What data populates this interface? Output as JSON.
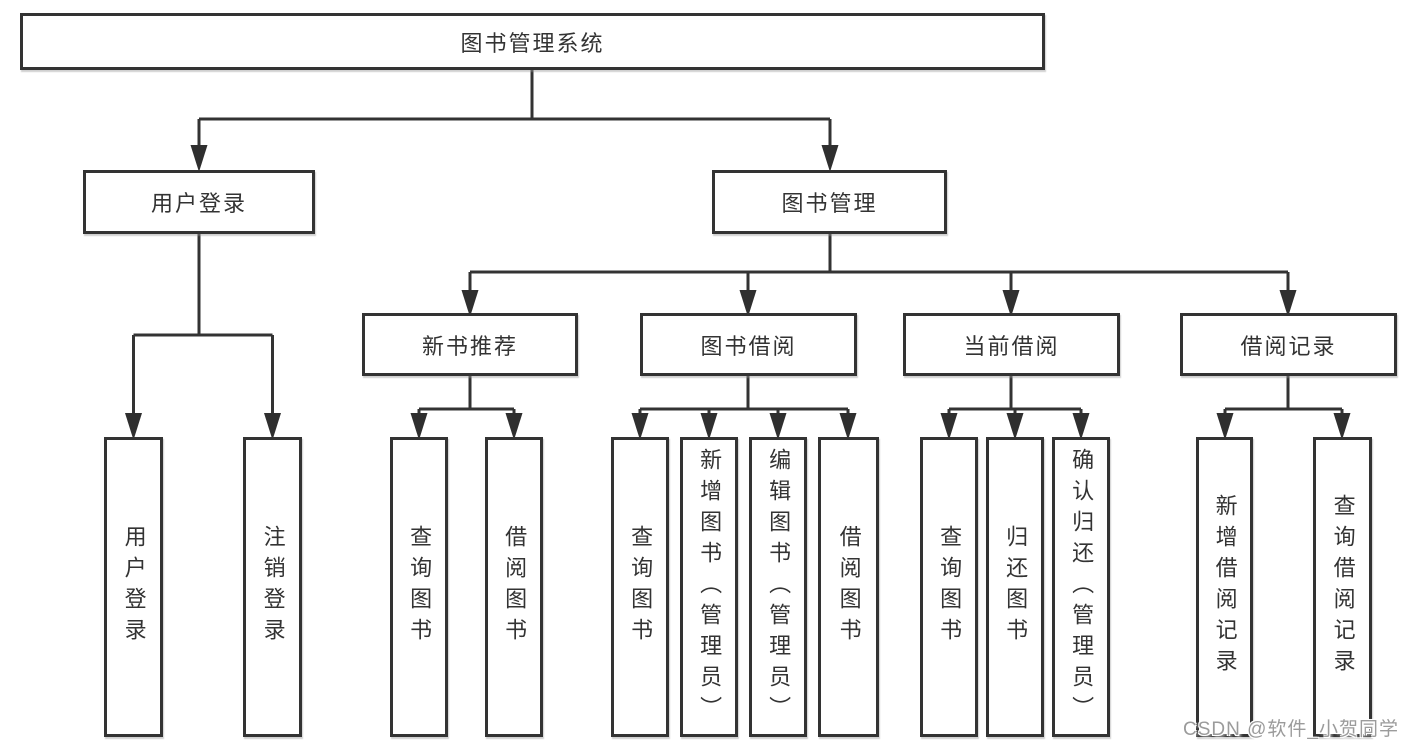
{
  "colors": {
    "line": "#333333",
    "text": "#333333",
    "node_background": "#ffffff",
    "page_background": "#ffffff",
    "watermark_text": "#9b9b9b"
  },
  "tree": {
    "root": "图书管理系统",
    "branches": [
      {
        "label": "用户登录",
        "children": [
          "用户登录",
          "注销登录"
        ]
      },
      {
        "label": "图书管理",
        "groups": [
          {
            "label": "新书推荐",
            "children": [
              "查询图书",
              "借阅图书"
            ]
          },
          {
            "label": "图书借阅",
            "children": [
              "查询图书",
              "新增图书（管理员）",
              "编辑图书（管理员）",
              "借阅图书"
            ]
          },
          {
            "label": "当前借阅",
            "children": [
              "查询图书",
              "归还图书",
              "确认归还（管理员）"
            ]
          },
          {
            "label": "借阅记录",
            "children": [
              "新增借阅记录",
              "查询借阅记录"
            ]
          }
        ]
      }
    ]
  },
  "watermark": {
    "text": "CSDN @软件_小贺同学"
  }
}
